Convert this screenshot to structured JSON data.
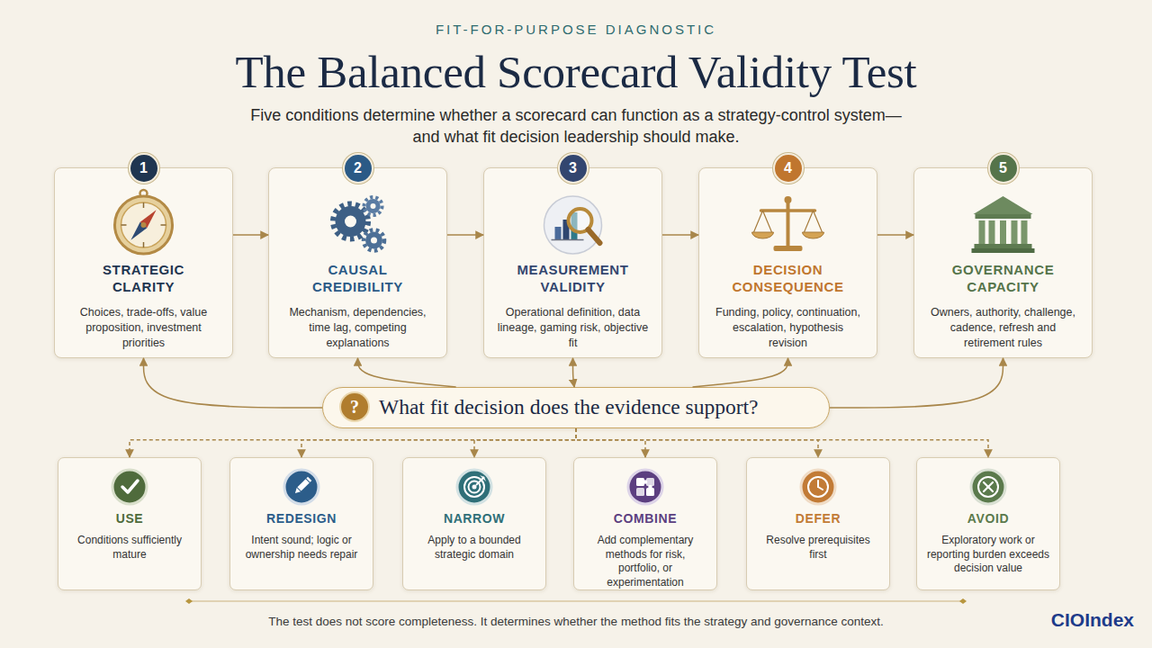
{
  "diagram": {
    "title": "The Balanced Scorecard Validity Test",
    "caption": "The test does not score completeness. It determines whether the method fits the strategy and governance context.",
    "nodes": [
      {
        "text": [
          "1",
          "STRATEGIC CLARITY",
          "Choices, trade-offs, value proposition, investment priorities"
        ]
      },
      {
        "text": [
          "2",
          "CAUSAL CREDIBILITY",
          "Mechanism, dependencies, time lag, competing explanations"
        ]
      },
      {
        "text": [
          "3",
          "MEASUREMENT VALIDITY",
          "Operational definition, data lineage, gaming risk, objective fit"
        ]
      },
      {
        "text": [
          "4",
          "DECISION CONSEQUENCE",
          "Funding, policy, continuation, escalation, hypothesis revision"
        ]
      },
      {
        "text": [
          "5",
          "GOVERNANCE CAPACITY",
          "Owners, authority, challenge, cadence, refresh and retirement rules"
        ]
      },
      {
        "text": [
          "?",
          "What fit decision does the evidence support?"
        ]
      },
      {
        "text": [
          "USE",
          "Conditions sufficiently mature"
        ]
      },
      {
        "text": [
          "REDESIGN",
          "Intent sound; logic or ownership needs repair"
        ]
      },
      {
        "text": [
          "NARROW",
          "Apply to a bounded strategic domain"
        ]
      },
      {
        "text": [
          "COMBINE",
          "Add complementary methods for risk, portfolio, or experimentation"
        ]
      },
      {
        "text": [
          "DEFER",
          "Resolve prerequisites first"
        ]
      },
      {
        "text": [
          "AVOID",
          "Exploratory work or reporting burden exceeds decision value"
        ]
      }
    ],
    "edges": [
      {
        "from": 0,
        "to": 1,
        "arrow": "to"
      },
      {
        "from": 1,
        "to": 2,
        "arrow": "to"
      },
      {
        "from": 2,
        "to": 3,
        "arrow": "to"
      },
      {
        "from": 3,
        "to": 4,
        "arrow": "to"
      },
      {
        "from": 5,
        "to": 0,
        "arrow": "to"
      },
      {
        "from": 5,
        "to": 1,
        "arrow": "to"
      },
      {
        "from": 5,
        "to": 2,
        "arrow": "both"
      },
      {
        "from": 5,
        "to": 3,
        "arrow": "to"
      },
      {
        "from": 5,
        "to": 4,
        "arrow": "to"
      },
      {
        "from": 5,
        "to": 6,
        "arrow": "to"
      },
      {
        "from": 5,
        "to": 7,
        "arrow": "to"
      },
      {
        "from": 5,
        "to": 8,
        "arrow": "to"
      },
      {
        "from": 5,
        "to": 9,
        "arrow": "to"
      },
      {
        "from": 5,
        "to": 10,
        "arrow": "to"
      },
      {
        "from": 5,
        "to": 11,
        "arrow": "to"
      }
    ],
    "labels": [
      "FIT-FOR-PURPOSE DIAGNOSTIC",
      "Five conditions determine whether a scorecard can function as a strategy-control system— and what fit decision leadership should make.",
      "CIOIndex"
    ]
  }
}
